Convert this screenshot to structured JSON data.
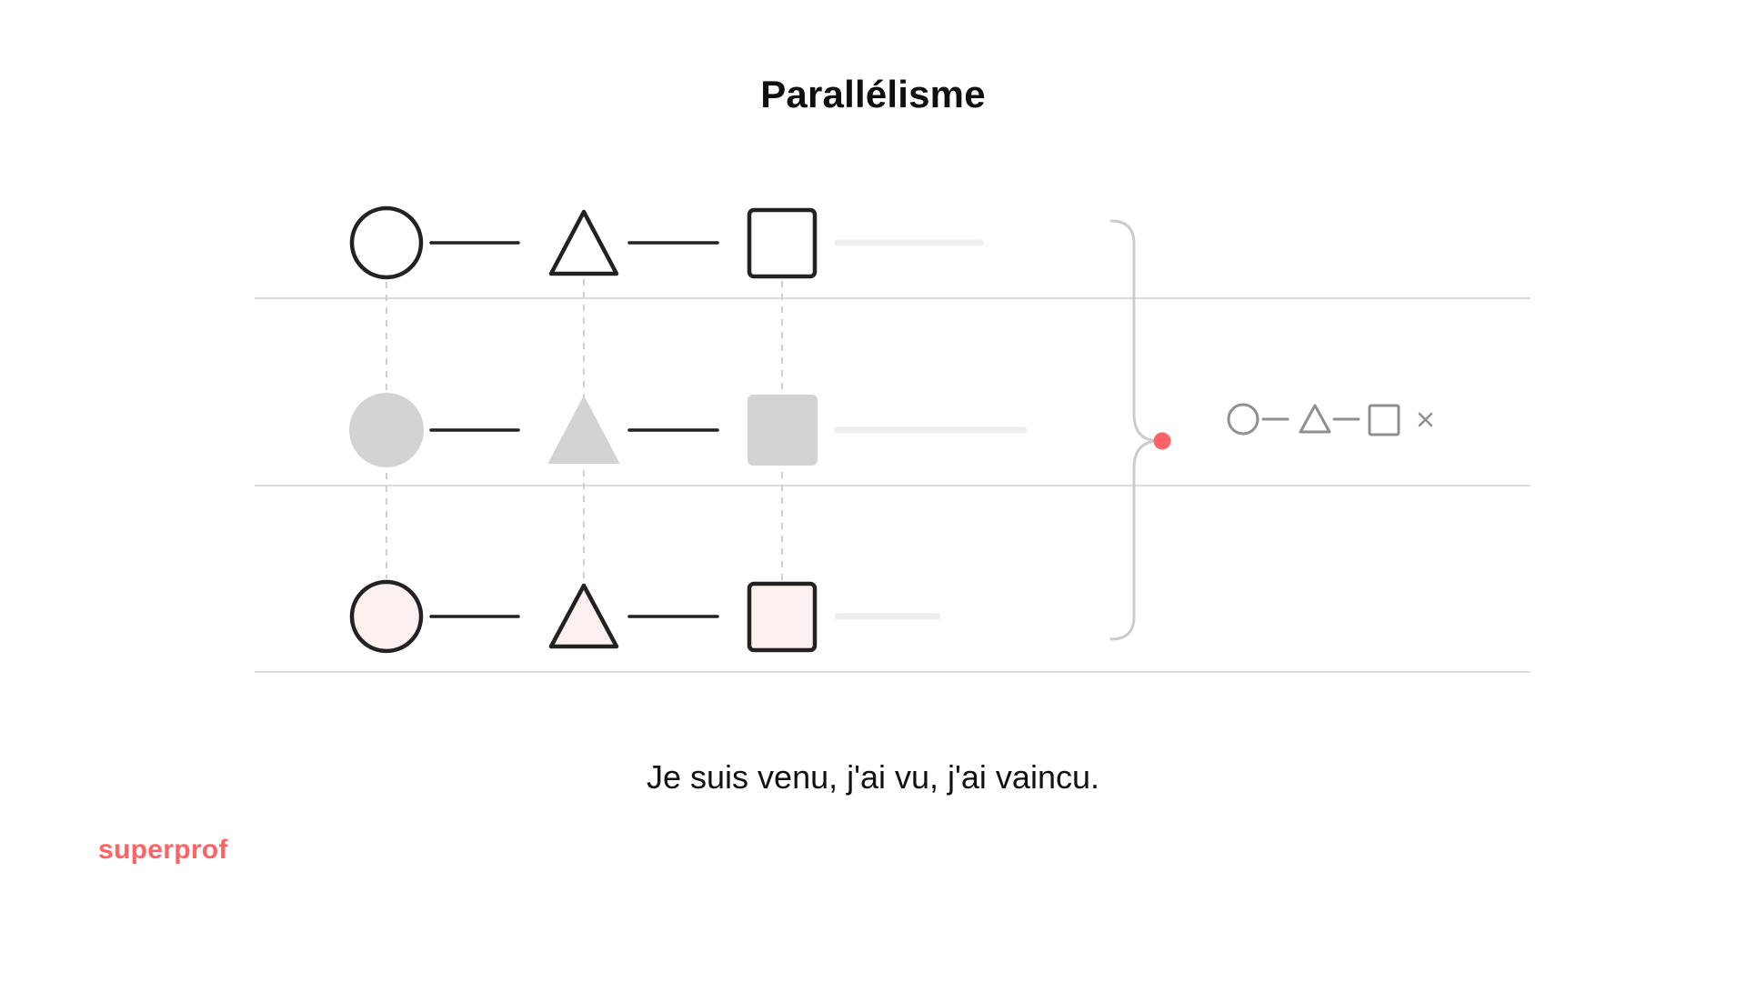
{
  "title": "Parallélisme",
  "caption": "Je suis venu, j'ai vu, j'ai vaincu.",
  "brand": {
    "logo_text": "superprof",
    "color": "#ff6366"
  },
  "diagram": {
    "rows": [
      {
        "id": "row-1",
        "style": "outline",
        "shapes": [
          "circle",
          "triangle",
          "square"
        ],
        "fill": "#ffffff",
        "stroke": "#222222",
        "trail_length": "short"
      },
      {
        "id": "row-2",
        "style": "filled-gray",
        "shapes": [
          "circle",
          "triangle",
          "square"
        ],
        "fill": "#d3d3d3",
        "stroke": "none",
        "trail_length": "long"
      },
      {
        "id": "row-3",
        "style": "outline-pink",
        "shapes": [
          "circle",
          "triangle",
          "square"
        ],
        "fill": "#fdf0f0",
        "stroke": "#222222",
        "trail_length": "shortest"
      }
    ],
    "brace": {
      "icon": "curly-brace-icon",
      "color": "#cccccc",
      "dot_color": "#ff6366"
    },
    "legend": {
      "shapes": [
        "circle",
        "triangle",
        "square"
      ],
      "multiplier_symbol": "×",
      "color": "#8f8f8f"
    },
    "colors": {
      "divider": "#dddddd",
      "dashed_guide": "#cfcfcf",
      "trail_bar": "#eeeeee",
      "connector": "#222222"
    }
  }
}
